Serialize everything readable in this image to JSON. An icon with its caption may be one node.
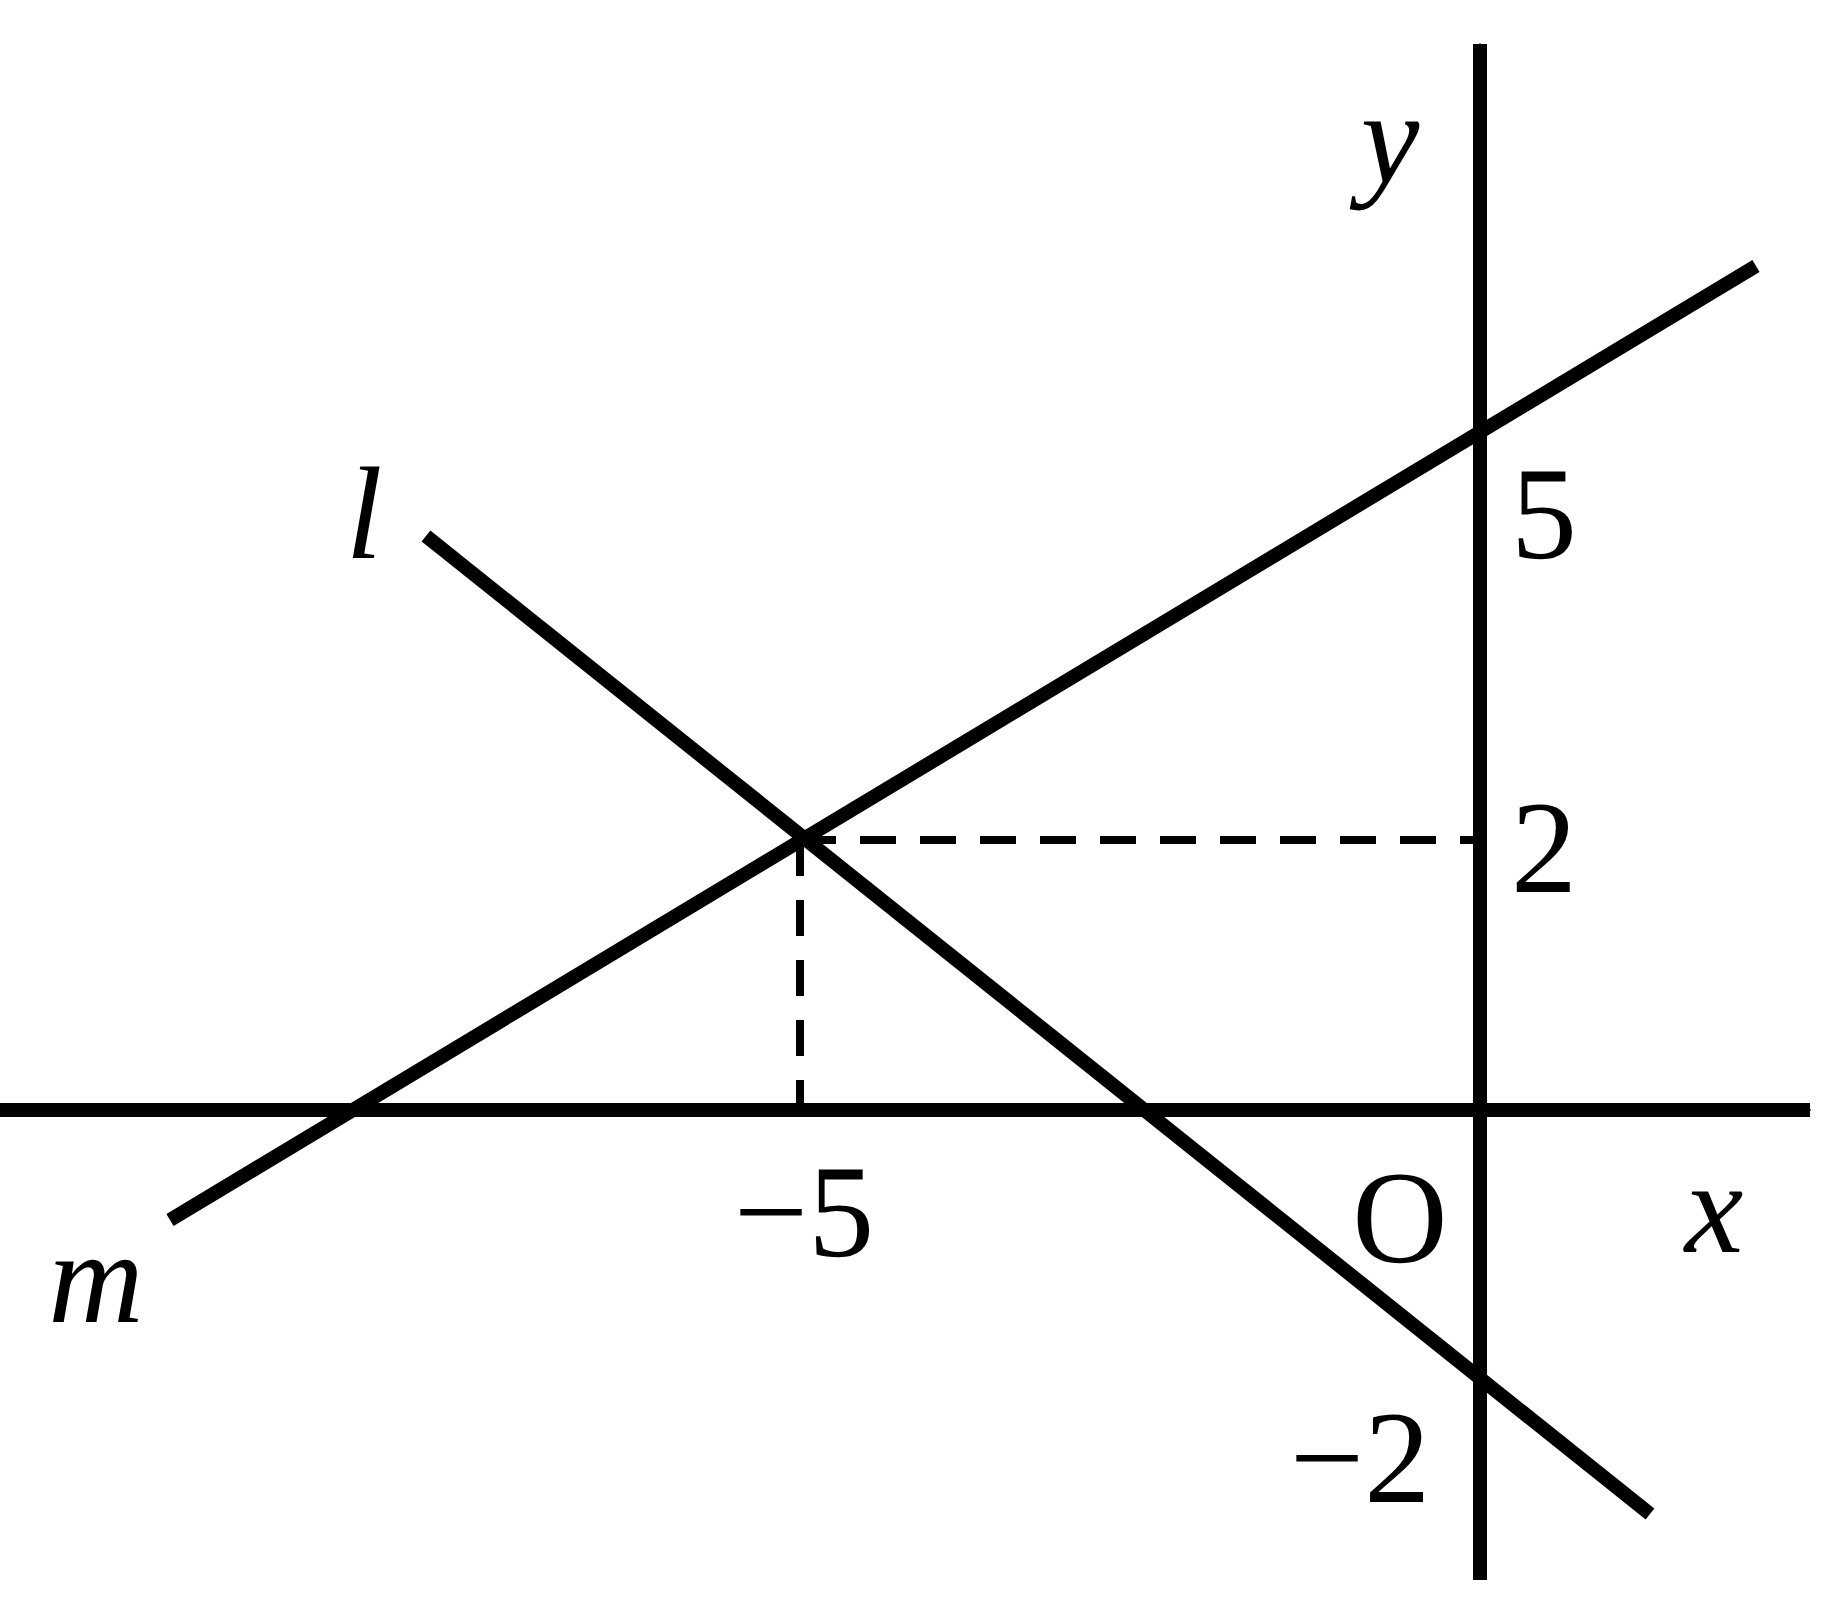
{
  "diagram": {
    "labels": [
      "y",
      "l",
      "5",
      "2",
      "−5",
      "O",
      "x",
      "m",
      "−2"
    ]
  }
}
